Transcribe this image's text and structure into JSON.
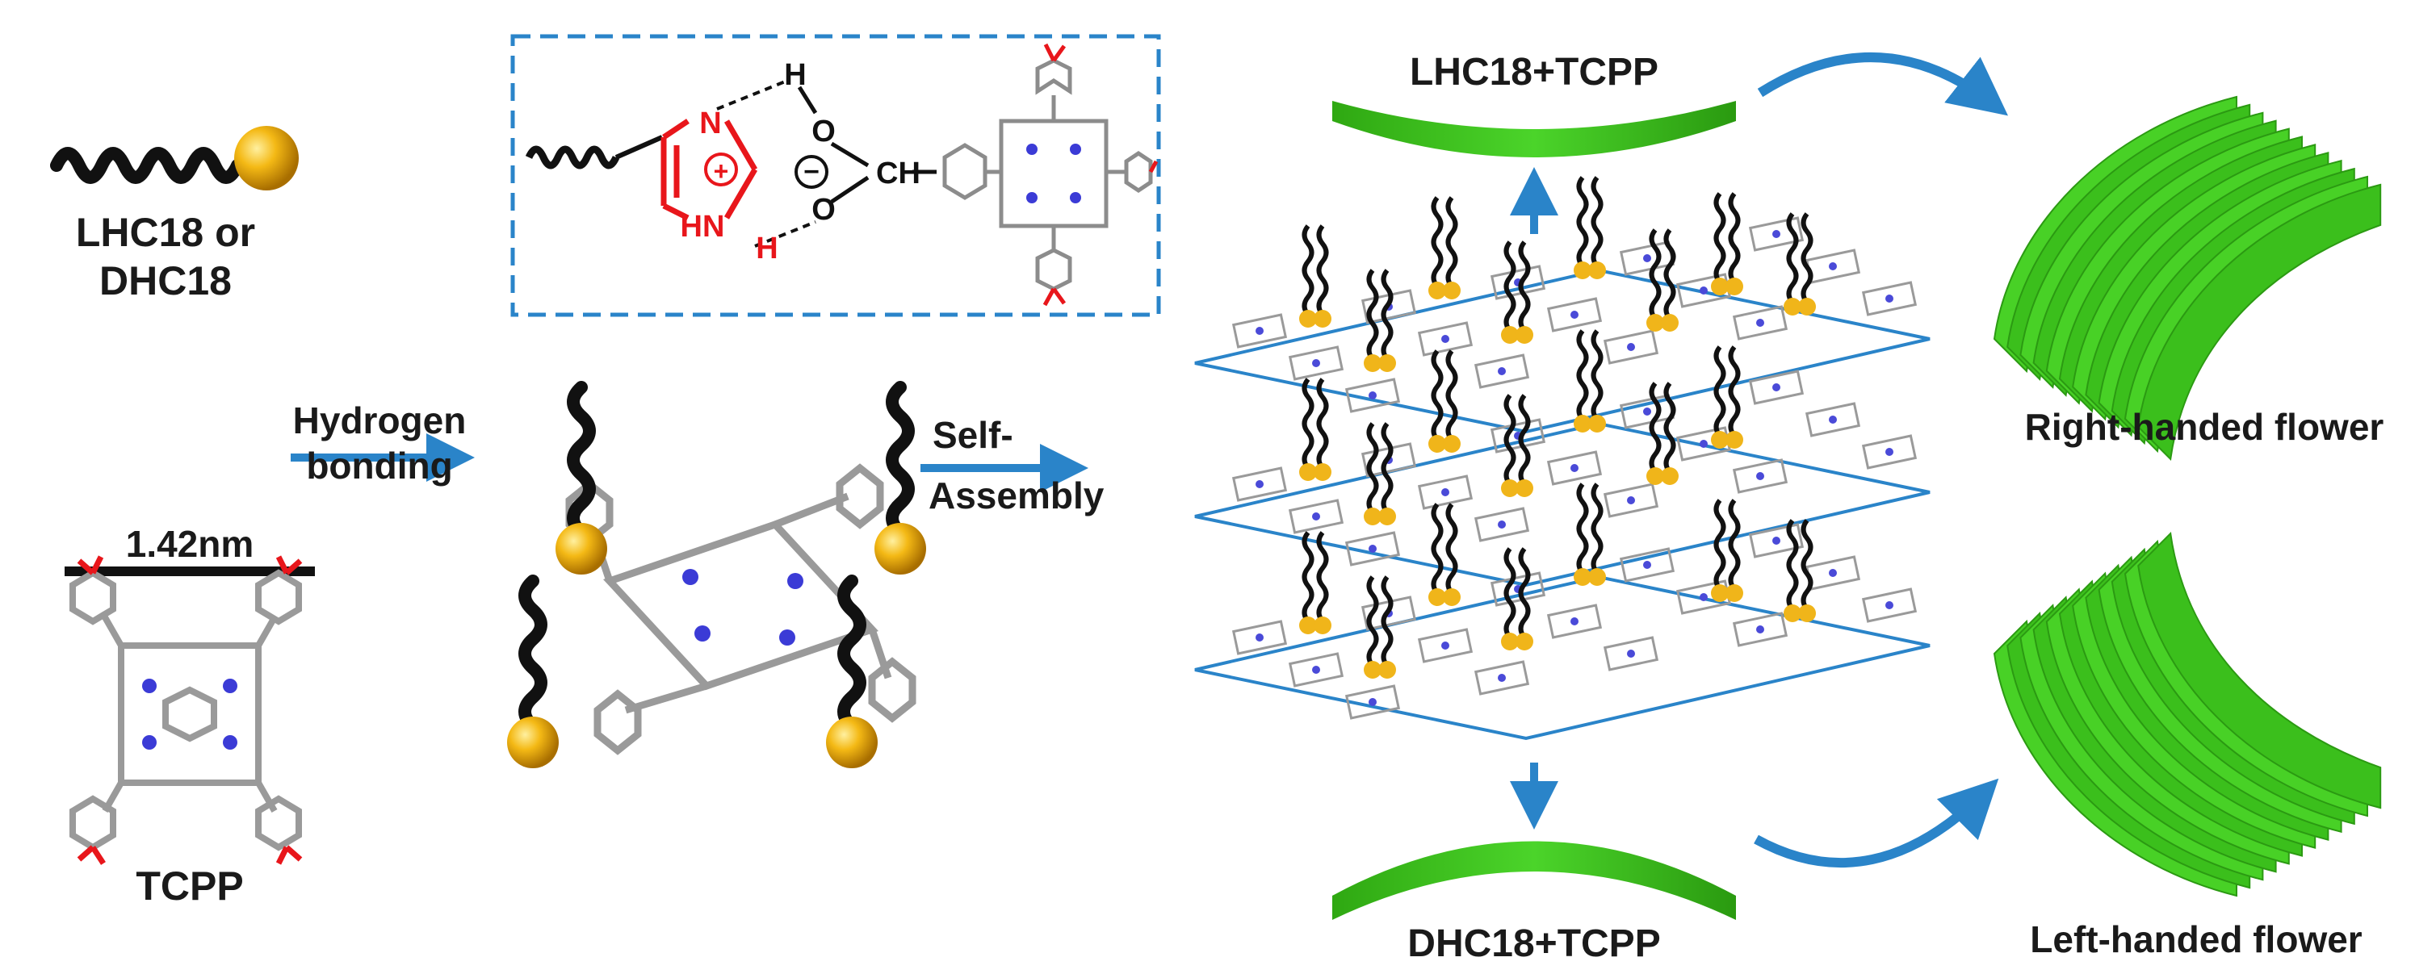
{
  "labels": {
    "ligand": [
      "LHC18 or",
      "DHC18"
    ],
    "tcpp": "TCPP",
    "scale_bar": "1.42nm",
    "step1": [
      "Hydrogen",
      "bonding"
    ],
    "step2": [
      "Self-",
      "Assembly"
    ],
    "top_product": "LHC18+TCPP",
    "bottom_product": "DHC18+TCPP",
    "right_flower": "Right-handed flower",
    "left_flower": "Left-handed flower"
  },
  "inset_atoms": {
    "n_top": "N",
    "n_bottom": "HN",
    "h_top": "H",
    "h_bottom": "H",
    "o_top": "O",
    "o_bottom": "O",
    "ch": "CH",
    "plus": "+",
    "minus": "−"
  },
  "colors": {
    "arrow": "#2a84c9",
    "green": "#3ec11e",
    "gold": "#f0b51a",
    "red": "#e8161b",
    "frame": "#2a84c9",
    "molecule": "#9a9a9a",
    "nitrogen": "#3b3bd6"
  }
}
